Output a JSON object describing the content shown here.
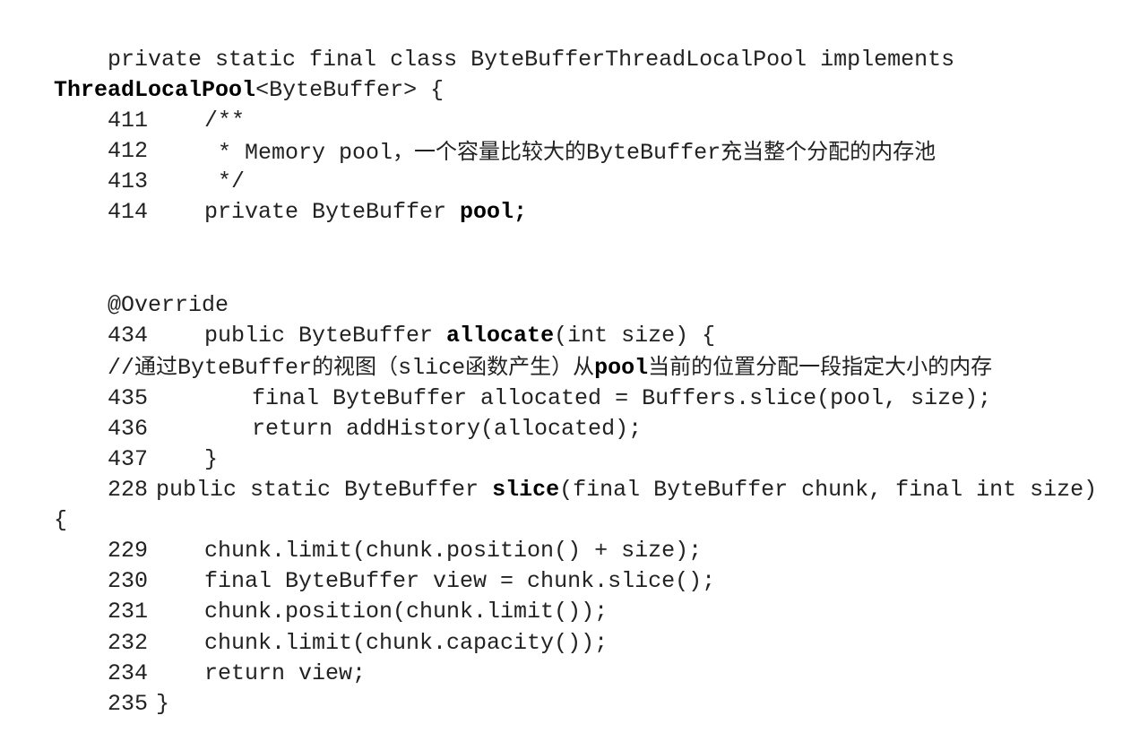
{
  "lines": [
    {
      "parts": [
        "private static final class ByteBufferThreadLocalPool implements"
      ]
    },
    {
      "parts": [
        "ThreadLocalPool",
        "<ByteBuffer> {"
      ]
    },
    {
      "num": "411",
      "parts": [
        "/**"
      ]
    },
    {
      "num": "412",
      "parts": [
        " * Memory pool",
        "，一个容量比较大的",
        "ByteBuffer",
        "充当整个分配的内存池"
      ]
    },
    {
      "num": "413",
      "parts": [
        " */"
      ]
    },
    {
      "num": "414",
      "parts": [
        "private ByteBuffer ",
        "pool;"
      ]
    },
    {
      "parts": [
        "@Override"
      ]
    },
    {
      "num": "434",
      "parts": [
        "public ByteBuffer ",
        "allocate",
        "(int size) {"
      ]
    },
    {
      "parts": [
        "//",
        "通过",
        "ByteBuffer",
        "的视图（",
        "slice",
        "函数产生）从",
        "pool",
        "当前的位置分配一段指定大小的内存"
      ]
    },
    {
      "num": "435",
      "parts": [
        "final ByteBuffer allocated = Buffers.slice(pool, size);"
      ]
    },
    {
      "num": "436",
      "parts": [
        "return addHistory(allocated);"
      ]
    },
    {
      "num": "437",
      "parts": [
        "}"
      ]
    },
    {
      "num": "228",
      "parts": [
        "public static ByteBuffer ",
        "slice",
        "(final ByteBuffer chunk, final int size)"
      ]
    },
    {
      "parts": [
        "{"
      ]
    },
    {
      "num": "229",
      "parts": [
        "chunk.limit(chunk.position() + size);"
      ]
    },
    {
      "num": "230",
      "parts": [
        "final ByteBuffer view = chunk.slice();"
      ]
    },
    {
      "num": "231",
      "parts": [
        "chunk.position(chunk.limit());"
      ]
    },
    {
      "num": "232",
      "parts": [
        "chunk.limit(chunk.capacity());"
      ]
    },
    {
      "num": "234",
      "parts": [
        "return view;"
      ]
    },
    {
      "num": "235",
      "parts": [
        "}"
      ]
    }
  ]
}
